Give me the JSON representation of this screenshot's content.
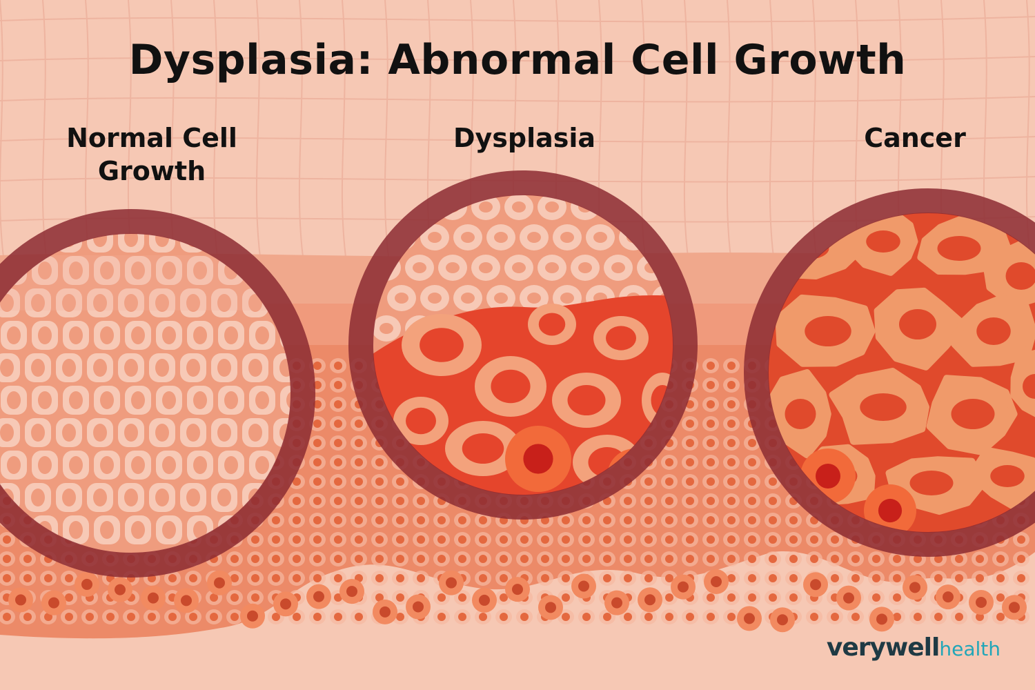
{
  "title": "Dysplasia: Abnormal Cell Growth",
  "panels": [
    {
      "label": "Normal Cell Growth",
      "type": "normal"
    },
    {
      "label": "Dysplasia",
      "type": "dysplasia"
    },
    {
      "label": "Cancer",
      "type": "cancer"
    }
  ],
  "logo": {
    "part1": "verywell",
    "part2": "health"
  },
  "colors": {
    "background": "#f6c8b4",
    "grid": "#eeb4a0",
    "ring": "#8c2c33",
    "normal_tissue": "#ef9c7e",
    "dysplasia_tissue": "#e5452c",
    "cancer_tissue": "#e04a2c",
    "deep_cell": "#f26a3a",
    "title": "#111111"
  }
}
